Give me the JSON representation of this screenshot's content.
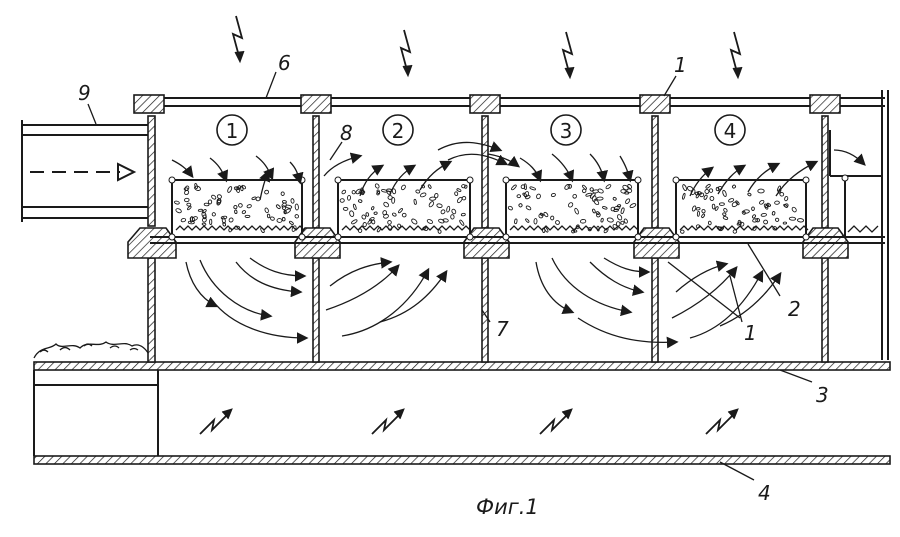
{
  "caption": "Фиг.1",
  "zones": [
    "1",
    "2",
    "3",
    "4"
  ],
  "callouts": {
    "c1_top": "1",
    "c1_bottom": "1",
    "c2": "2",
    "c3": "3",
    "c4": "4",
    "c6": "6",
    "c7": "7",
    "c8": "8",
    "c9": "9"
  },
  "colors": {
    "ink": "#1a1a1a",
    "paper": "#ffffff"
  },
  "icons": [
    "lightning-bolt-icon",
    "arrow-icon",
    "dashed-flow-arrow-icon"
  ]
}
